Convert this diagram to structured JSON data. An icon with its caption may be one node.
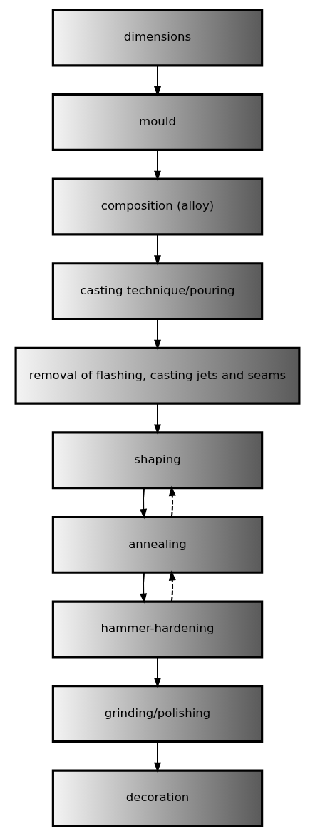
{
  "diagram": {
    "nodes": [
      {
        "text": [
          "dimensions"
        ]
      },
      {
        "text": [
          "mould"
        ]
      },
      {
        "text": [
          "composition (alloy)"
        ]
      },
      {
        "text": [
          "casting technique/pouring"
        ]
      },
      {
        "text": [
          "removal of flashing, casting jets and seams"
        ]
      },
      {
        "text": [
          "shaping"
        ]
      },
      {
        "text": [
          "annealing"
        ]
      },
      {
        "text": [
          "hammer-hardening"
        ]
      },
      {
        "text": [
          "grinding/polishing"
        ]
      },
      {
        "text": [
          "decoration"
        ]
      }
    ],
    "edges": [
      {
        "from": 0,
        "to": 1,
        "arrow": "to"
      },
      {
        "from": 1,
        "to": 2,
        "arrow": "to"
      },
      {
        "from": 2,
        "to": 3,
        "arrow": "to"
      },
      {
        "from": 3,
        "to": 4,
        "arrow": "to"
      },
      {
        "from": 4,
        "to": 5,
        "arrow": "to"
      },
      {
        "from": 5,
        "to": 6,
        "arrow": "to"
      },
      {
        "from": 6,
        "to": 7,
        "arrow": "to"
      },
      {
        "from": 7,
        "to": 8,
        "arrow": "to"
      },
      {
        "from": 8,
        "to": 9,
        "arrow": "to"
      },
      {
        "from": 6,
        "to": 5,
        "arrow": "to",
        "style": "dashed"
      },
      {
        "from": 7,
        "to": 6,
        "arrow": "to",
        "style": "dashed"
      }
    ]
  }
}
